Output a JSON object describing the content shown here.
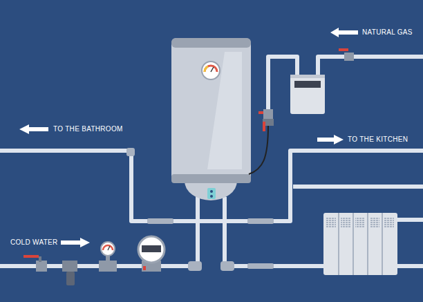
{
  "diagram": {
    "labels": [
      "NATURAL GAS",
      "TO THE BATHROOM",
      "TO THE KITCHEN",
      "COLD WATER"
    ]
  }
}
